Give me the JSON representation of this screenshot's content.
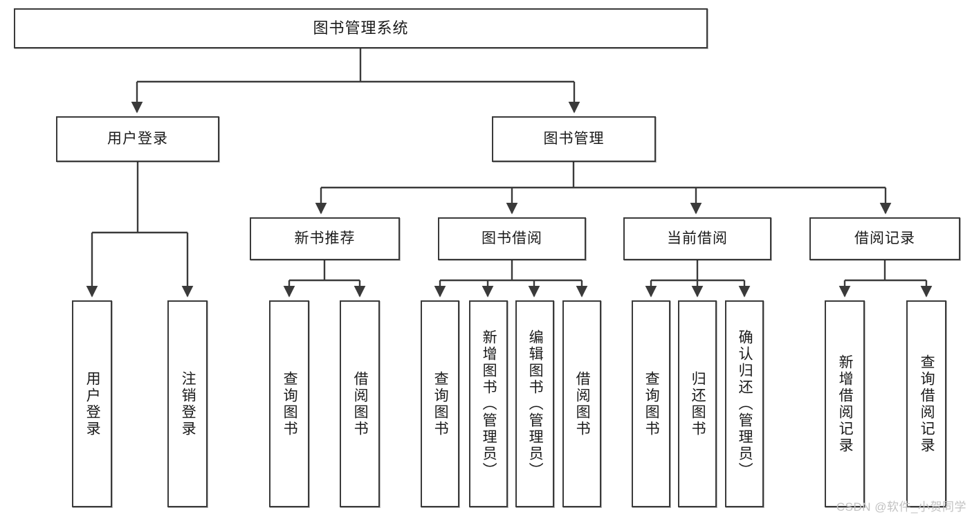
{
  "diagram": {
    "type": "tree-hierarchy",
    "title_text": "图书管理系统",
    "line_color": "#3a3a3a",
    "box_fill": "#ffffff",
    "text_color": "#1a1a1a",
    "root": {
      "id": "root",
      "label": "图书管理系统"
    },
    "level1": [
      {
        "id": "user-login",
        "label": "用户登录"
      },
      {
        "id": "book-manage",
        "label": "图书管理"
      }
    ],
    "level2": [
      {
        "id": "new-book-recommend",
        "label": "新书推荐",
        "parent": "book-manage"
      },
      {
        "id": "book-borrow",
        "label": "图书借阅",
        "parent": "book-manage"
      },
      {
        "id": "current-borrow",
        "label": "当前借阅",
        "parent": "book-manage"
      },
      {
        "id": "borrow-record",
        "label": "借阅记录",
        "parent": "book-manage"
      }
    ],
    "leaves": {
      "user_login": [
        {
          "id": "leaf-user-login",
          "label": "用户登录"
        },
        {
          "id": "leaf-logout-login",
          "label": "注销登录"
        }
      ],
      "new_book_recommend": [
        {
          "id": "leaf-query-book-1",
          "label": "查询图书"
        },
        {
          "id": "leaf-borrow-book-1",
          "label": "借阅图书"
        }
      ],
      "book_borrow": [
        {
          "id": "leaf-query-book-2",
          "label": "查询图书"
        },
        {
          "id": "leaf-add-book",
          "label": "新增图书（管理员）"
        },
        {
          "id": "leaf-edit-book",
          "label": "编辑图书（管理员）"
        },
        {
          "id": "leaf-borrow-book-2",
          "label": "借阅图书"
        }
      ],
      "current_borrow": [
        {
          "id": "leaf-query-book-3",
          "label": "查询图书"
        },
        {
          "id": "leaf-return-book",
          "label": "归还图书"
        },
        {
          "id": "leaf-confirm-return",
          "label": "确认归还（管理员）"
        }
      ],
      "borrow_record": [
        {
          "id": "leaf-add-record",
          "label": "新增借阅记录"
        },
        {
          "id": "leaf-query-record",
          "label": "查询借阅记录"
        }
      ]
    }
  },
  "watermark": {
    "text": "CSDN @软件_小贺同学"
  }
}
